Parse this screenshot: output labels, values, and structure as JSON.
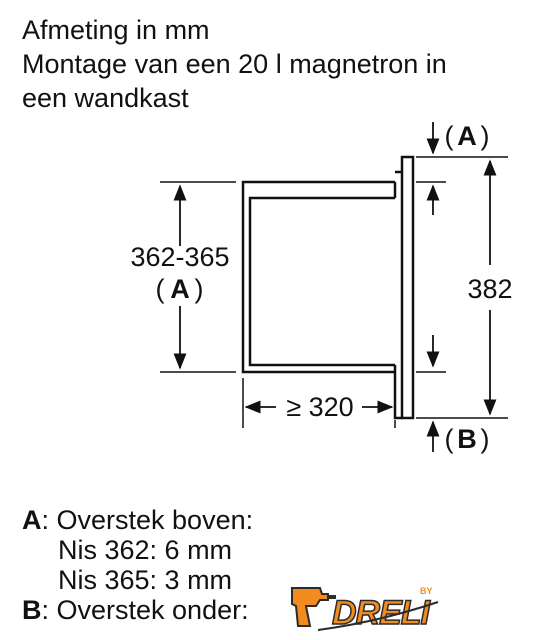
{
  "header": {
    "line1": "Afmeting in mm",
    "line2": "Montage van een 20 l magnetron in",
    "line3": "een wandkast"
  },
  "diagram": {
    "label_a_top": "(A)",
    "label_a_top_letter": "A",
    "label_height_range": "362-365",
    "label_a_left": "(A)",
    "label_a_left_letter": "A",
    "label_height_total": "382",
    "label_width": "≥ 320",
    "label_b": "(B)",
    "label_b_letter": "B"
  },
  "legend": {
    "a_key": "A",
    "a_text": ": Overstek boven:",
    "a_line1": "Nis 362: 6 mm",
    "a_line2": "Nis 365: 3 mm",
    "b_key": "B",
    "b_text": ": Overstek onder:"
  },
  "logo": {
    "brand": "DRELI",
    "by": "BY",
    "color": "#f28c1e"
  }
}
